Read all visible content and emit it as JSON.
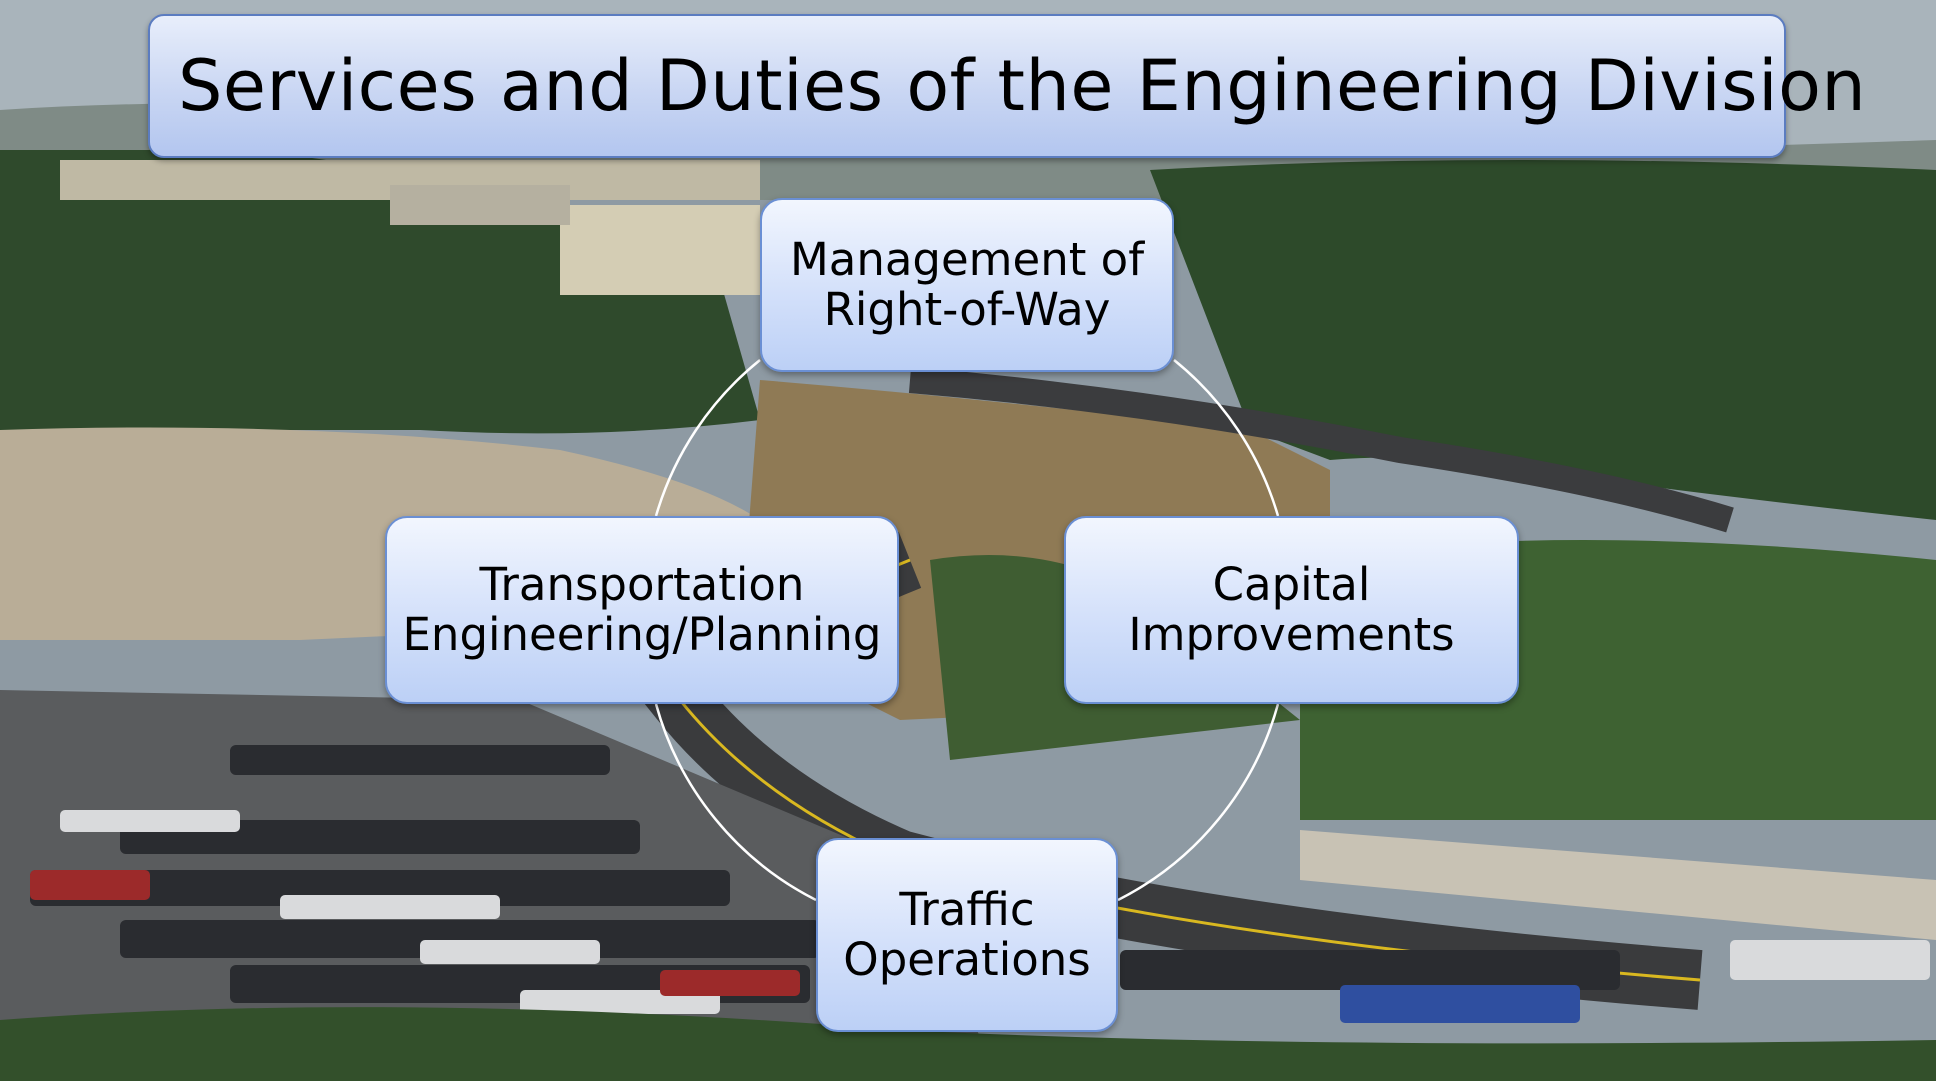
{
  "slide": {
    "title": "Services and Duties of the Engineering Division"
  },
  "cycle": {
    "nodes": [
      {
        "id": "top",
        "label": "Management of\nRight-of-Way"
      },
      {
        "id": "left",
        "label": "Transportation\nEngineering/Planning"
      },
      {
        "id": "right",
        "label": "Capital\nImprovements"
      },
      {
        "id": "bottom",
        "label": "Traffic\nOperations"
      }
    ],
    "connector_color": "#ffffff"
  },
  "colors": {
    "box_fill_top": "#f2f6fe",
    "box_fill_bottom": "#bcd0f6",
    "box_border": "#6a8fd4"
  }
}
